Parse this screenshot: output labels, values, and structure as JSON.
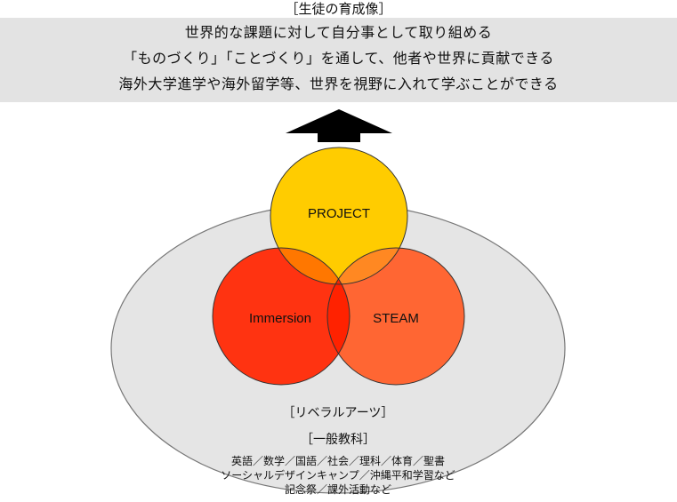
{
  "header": {
    "title": "［生徒の育成像］",
    "lines": [
      "世界的な課題に対して自分事として取り組める",
      "「ものづくり」「ことづくり」を通して、他者や世界に貢献できる",
      "海外大学進学や海外留学等、世界を視野に入れて学ぶことができる"
    ]
  },
  "circles": {
    "project": "PROJECT",
    "immersion": "Immersion",
    "steam": "STEAM"
  },
  "liberal_arts": {
    "title": "［リベラルアーツ］",
    "general_title": "［一般教科］",
    "subjects": [
      "英語／数学／国語／社会／理科／体育／聖書",
      "ソーシャルデザインキャンプ／沖縄平和学習など",
      "記念祭／課外活動など"
    ]
  },
  "colors": {
    "band": "#e3e3e3",
    "ellipse": "#e5e5e5",
    "project": "#ffcc00",
    "immersion": "#ff3311",
    "steam": "#ff6633",
    "project_immersion": "#ff7700",
    "project_steam": "#ff8822",
    "immersion_steam": "#ff2200",
    "arrow": "#000000"
  }
}
